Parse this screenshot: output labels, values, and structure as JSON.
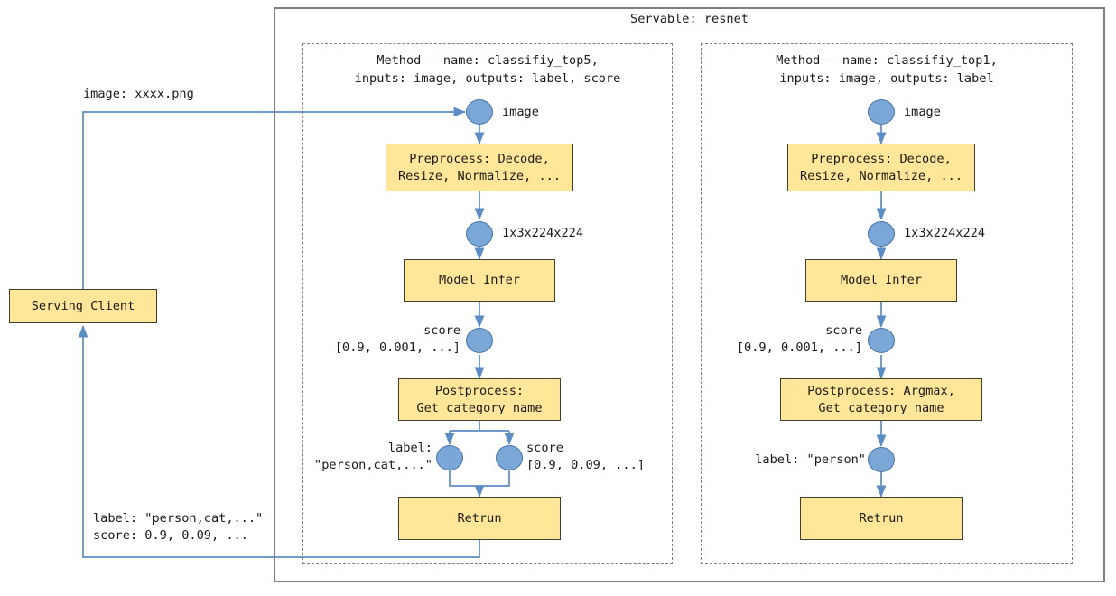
{
  "diagram": {
    "title": "Servable: resnet",
    "client": {
      "label": "Serving Client",
      "request_label": "image: xxxx.png",
      "response_label": "label: \"person,cat,...\"\nscore: 0.9, 0.09, ..."
    },
    "methods": [
      {
        "id": "classify-top5",
        "title": "Method - name: classifiy_top5,\ninputs: image, outputs: label, score",
        "input_pin_label": "image",
        "steps": [
          {
            "name": "preprocess",
            "label": "Preprocess: Decode,\nResize, Normalize, ..."
          },
          {
            "name": "model-infer",
            "label": "Model Infer"
          },
          {
            "name": "postprocess",
            "label": "Postprocess:\nGet category name"
          },
          {
            "name": "return",
            "label": "Retrun"
          }
        ],
        "pins": [
          {
            "name": "tensor-pin",
            "label": "1x3x224x224"
          },
          {
            "name": "score-pin",
            "label": "score\n[0.9, 0.001, ...]"
          },
          {
            "name": "label-out-pin",
            "label": "label:\n\"person,cat,...\""
          },
          {
            "name": "score-out-pin",
            "label": "score\n[0.9, 0.09, ...]"
          }
        ]
      },
      {
        "id": "classify-top1",
        "title": "Method - name: classifiy_top1,\ninputs: image, outputs: label",
        "input_pin_label": "image",
        "steps": [
          {
            "name": "preprocess",
            "label": "Preprocess: Decode,\nResize, Normalize, ..."
          },
          {
            "name": "model-infer",
            "label": "Model Infer"
          },
          {
            "name": "postprocess",
            "label": "Postprocess: Argmax,\nGet category name"
          },
          {
            "name": "return",
            "label": "Retrun"
          }
        ],
        "pins": [
          {
            "name": "tensor-pin",
            "label": "1x3x224x224"
          },
          {
            "name": "score-pin",
            "label": "score\n[0.9, 0.001, ...]"
          },
          {
            "name": "label-out-pin",
            "label": "label: \"person\""
          }
        ]
      }
    ],
    "colors": {
      "box_fill": "#ffe699",
      "box_stroke": "#41402e",
      "pin_fill": "#7ba7d7",
      "pin_stroke": "#4573a7",
      "arrow": "#5b8cc4",
      "frame": "#7f7f7f",
      "text": "#1a1a1a"
    }
  }
}
